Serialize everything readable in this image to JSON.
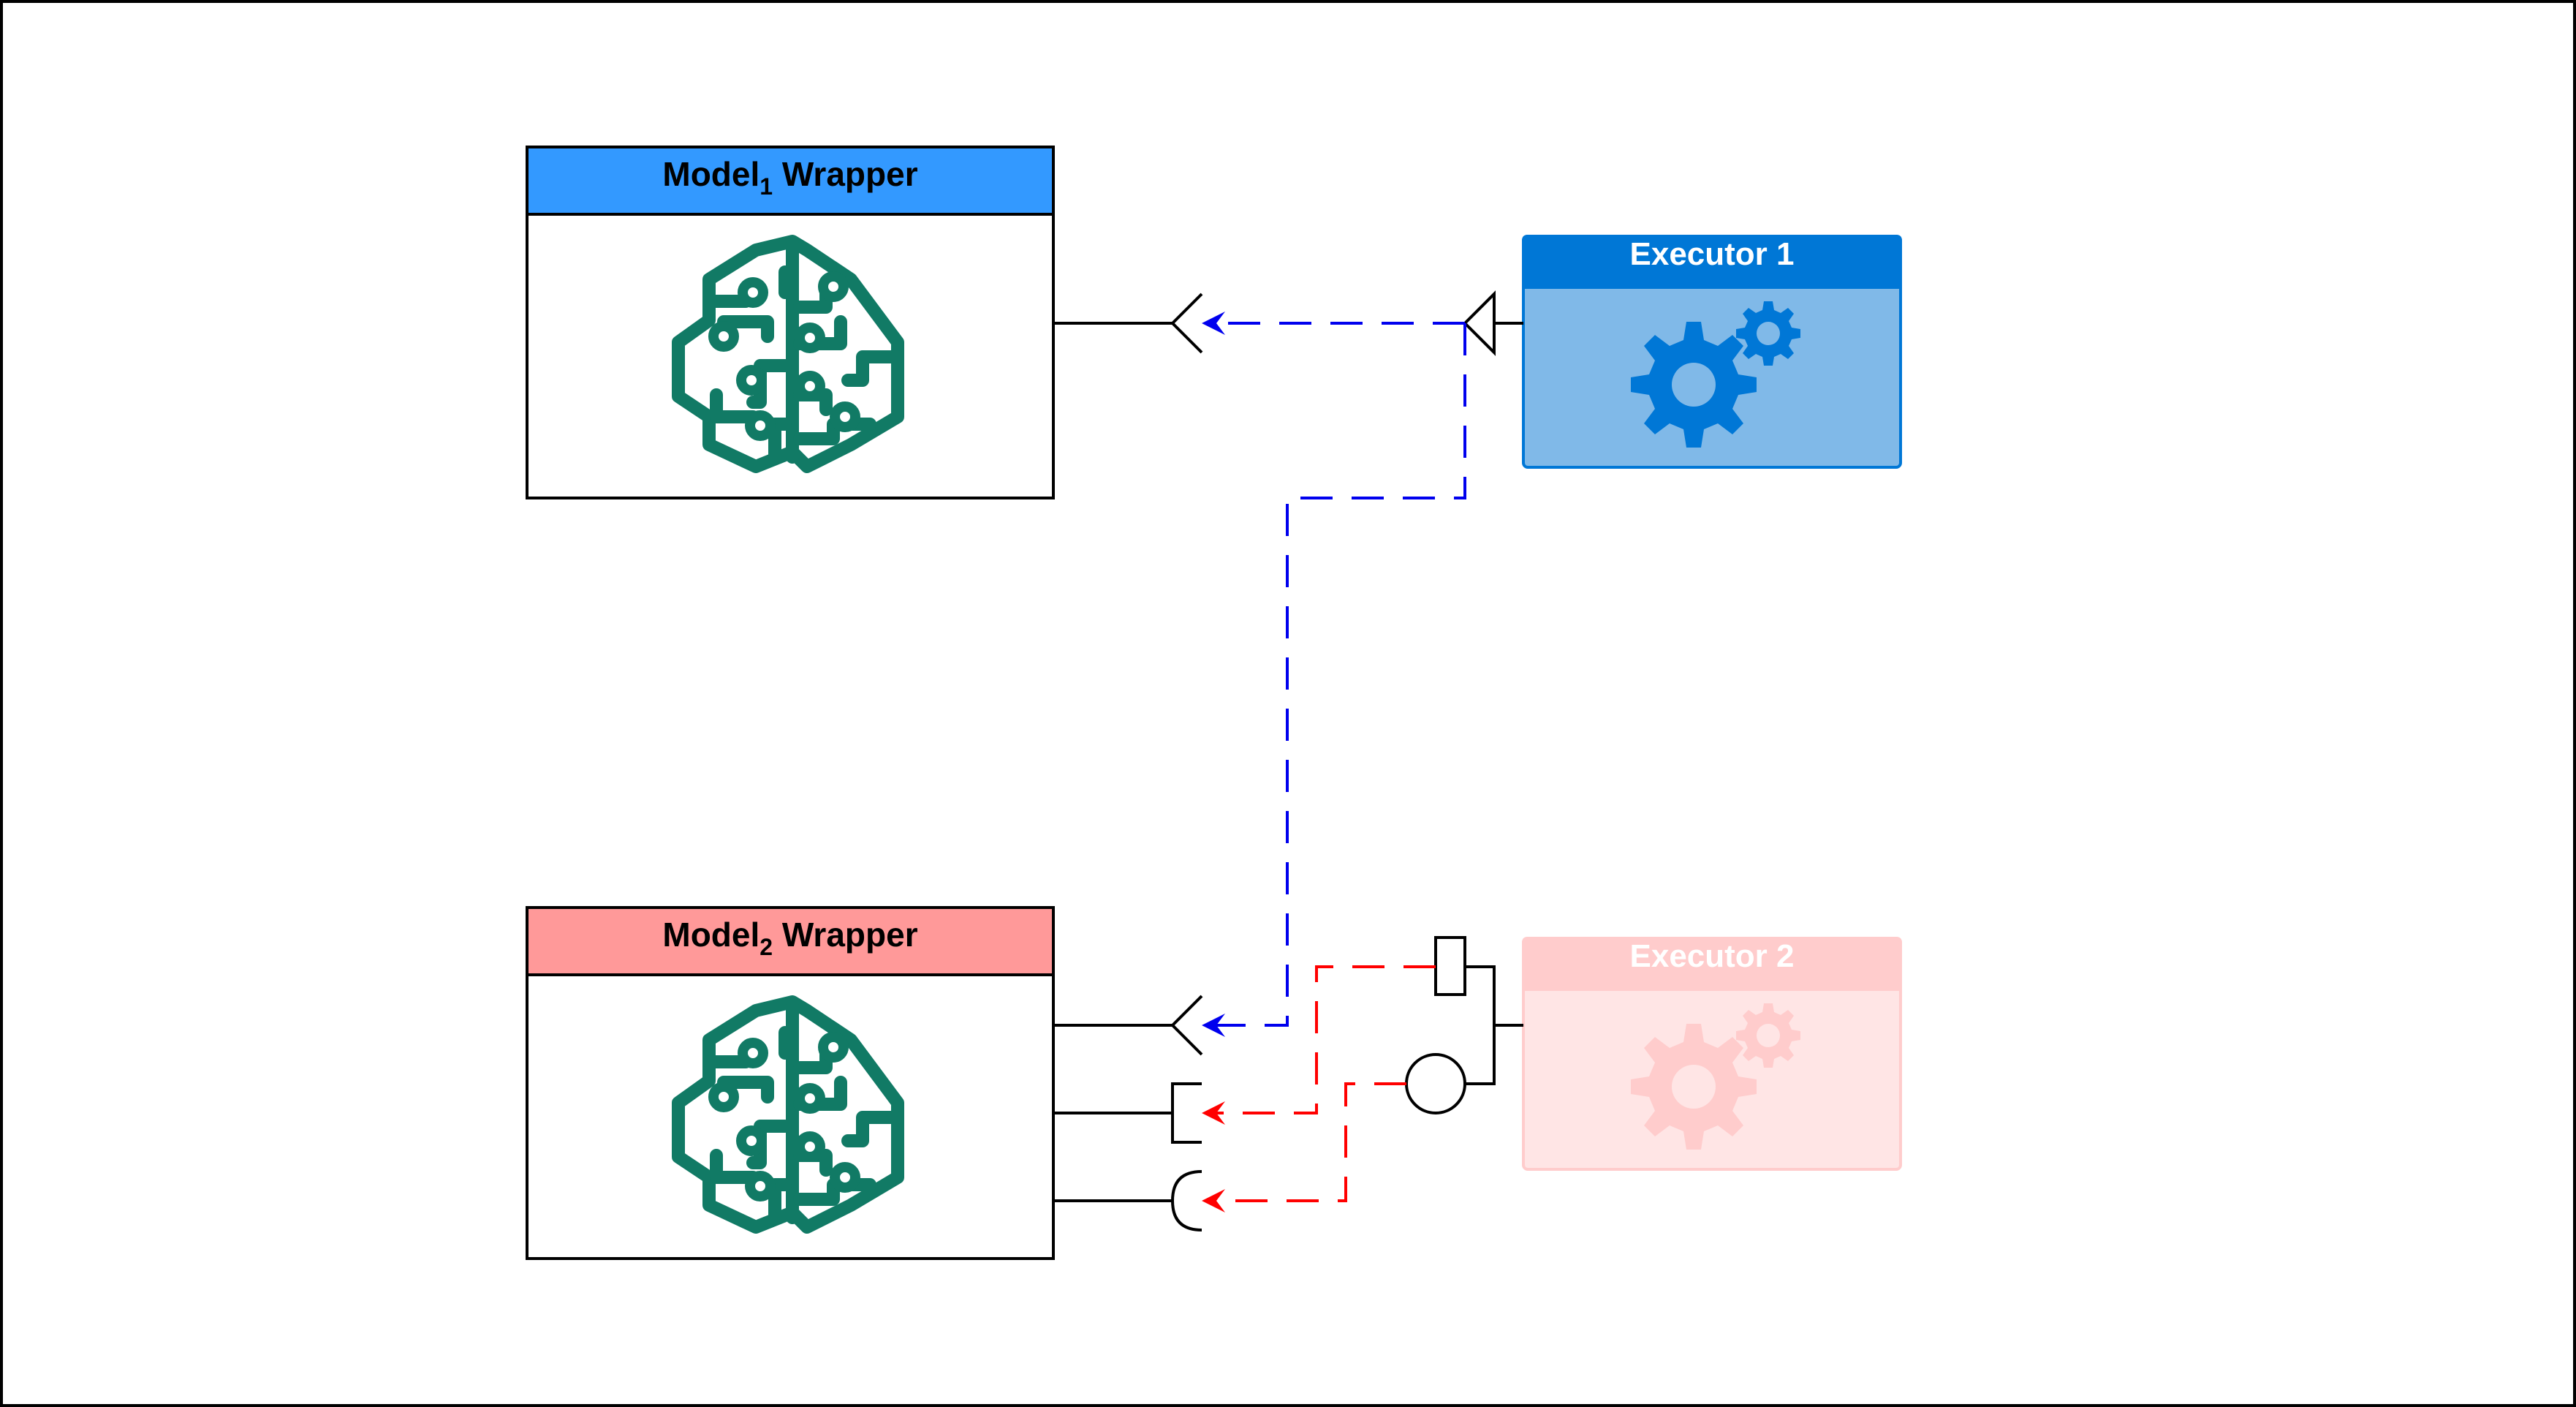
{
  "diagram": {
    "model1": {
      "title_prefix": "Model",
      "title_sub": "1",
      "title_suffix": " Wrapper",
      "header_color": "#3399FF",
      "icon": "brain-circuit-icon"
    },
    "model2": {
      "title_prefix": "Model",
      "title_sub": "2",
      "title_suffix": " Wrapper",
      "header_color": "#FF9999",
      "icon": "brain-circuit-icon"
    },
    "executor1": {
      "title": "Executor 1",
      "header_color": "#0077D6",
      "body_color": "#80B9E8",
      "icon": "gears-icon"
    },
    "executor2": {
      "title": "Executor 2",
      "header_color": "#FFCCCC",
      "body_color": "#FFE5E5",
      "icon": "gears-icon"
    },
    "colors": {
      "brain_icon": "#117A65",
      "blue_connector": "#0000EE",
      "red_connector": "#FF0000",
      "line": "#000000"
    }
  }
}
